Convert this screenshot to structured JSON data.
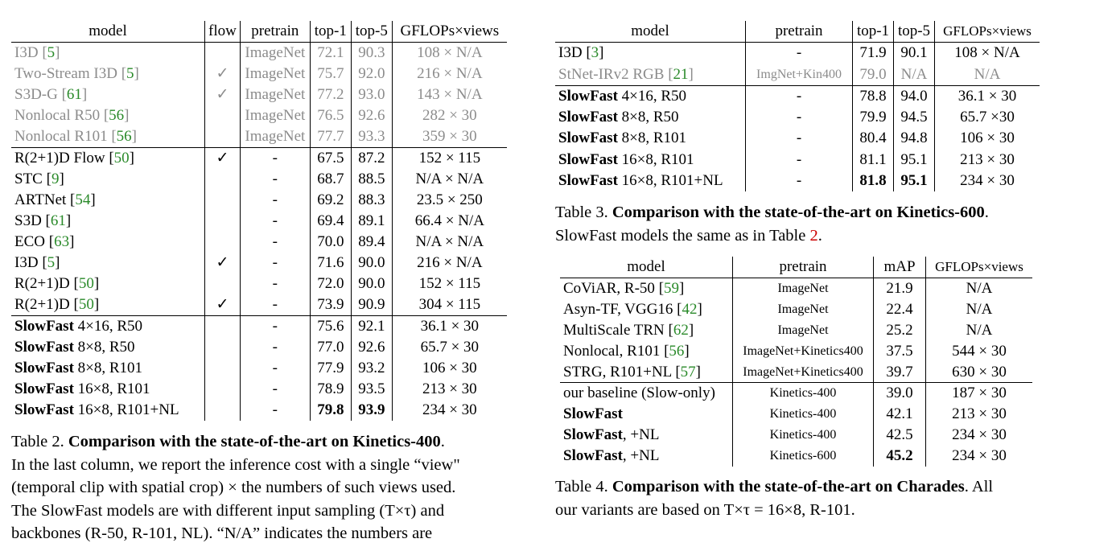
{
  "table2": {
    "headers": [
      "model",
      "flow",
      "pretrain",
      "top-1",
      "top-5",
      "GFLOPs×views"
    ],
    "groups": [
      [
        {
          "name": "I3D",
          "cite": "5",
          "bold": "",
          "rest": "",
          "flow": "",
          "pretrain": "ImageNet",
          "top1": "72.1",
          "top5": "90.3",
          "gflops": "108 × N/A",
          "gray": true
        },
        {
          "name": "Two-Stream I3D",
          "cite": "5",
          "bold": "",
          "rest": "",
          "flow": "✓",
          "pretrain": "ImageNet",
          "top1": "75.7",
          "top5": "92.0",
          "gflops": "216 × N/A",
          "gray": true
        },
        {
          "name": "S3D-G",
          "cite": "61",
          "bold": "",
          "rest": "",
          "flow": "✓",
          "pretrain": "ImageNet",
          "top1": "77.2",
          "top5": "93.0",
          "gflops": "143 × N/A",
          "gray": true
        },
        {
          "name": "Nonlocal R50",
          "cite": "56",
          "bold": "",
          "rest": "",
          "flow": "",
          "pretrain": "ImageNet",
          "top1": "76.5",
          "top5": "92.6",
          "gflops": "282 × 30",
          "gray": true
        },
        {
          "name": "Nonlocal R101",
          "cite": "56",
          "bold": "",
          "rest": "",
          "flow": "",
          "pretrain": "ImageNet",
          "top1": "77.7",
          "top5": "93.3",
          "gflops": "359 × 30",
          "gray": true
        }
      ],
      [
        {
          "name": "R(2+1)D Flow",
          "cite": "50",
          "bold": "",
          "rest": "",
          "flow": "✓",
          "pretrain": "-",
          "top1": "67.5",
          "top5": "87.2",
          "gflops": "152 × 115",
          "gray": false
        },
        {
          "name": "STC",
          "cite": "9",
          "bold": "",
          "rest": "",
          "flow": "",
          "pretrain": "-",
          "top1": "68.7",
          "top5": "88.5",
          "gflops": "N/A × N/A",
          "gray": false
        },
        {
          "name": "ARTNet",
          "cite": "54",
          "bold": "",
          "rest": "",
          "flow": "",
          "pretrain": "-",
          "top1": "69.2",
          "top5": "88.3",
          "gflops": "23.5 × 250",
          "gray": false
        },
        {
          "name": "S3D",
          "cite": "61",
          "bold": "",
          "rest": "",
          "flow": "",
          "pretrain": "-",
          "top1": "69.4",
          "top5": "89.1",
          "gflops": "66.4 × N/A",
          "gray": false
        },
        {
          "name": "ECO",
          "cite": "63",
          "bold": "",
          "rest": "",
          "flow": "",
          "pretrain": "-",
          "top1": "70.0",
          "top5": "89.4",
          "gflops": "N/A × N/A",
          "gray": false
        },
        {
          "name": "I3D",
          "cite": "5",
          "bold": "",
          "rest": "",
          "flow": "✓",
          "pretrain": "-",
          "top1": "71.6",
          "top5": "90.0",
          "gflops": "216 × N/A",
          "gray": false
        },
        {
          "name": "R(2+1)D",
          "cite": "50",
          "bold": "",
          "rest": "",
          "flow": "",
          "pretrain": "-",
          "top1": "72.0",
          "top5": "90.0",
          "gflops": "152 × 115",
          "gray": false
        },
        {
          "name": "R(2+1)D",
          "cite": "50",
          "bold": "",
          "rest": "",
          "flow": "✓",
          "pretrain": "-",
          "top1": "73.9",
          "top5": "90.9",
          "gflops": "304 × 115",
          "gray": false
        }
      ],
      [
        {
          "name": "",
          "cite": "",
          "bold": "SlowFast",
          "rest": " 4×16, R50",
          "flow": "",
          "pretrain": "-",
          "top1": "75.6",
          "top5": "92.1",
          "gflops": "36.1 × 30",
          "gray": false
        },
        {
          "name": "",
          "cite": "",
          "bold": "SlowFast",
          "rest": " 8×8, R50",
          "flow": "",
          "pretrain": "-",
          "top1": "77.0",
          "top5": "92.6",
          "gflops": "65.7 × 30",
          "gray": false
        },
        {
          "name": "",
          "cite": "",
          "bold": "SlowFast",
          "rest": " 8×8, R101",
          "flow": "",
          "pretrain": "-",
          "top1": "77.9",
          "top5": "93.2",
          "gflops": "106 × 30",
          "gray": false
        },
        {
          "name": "",
          "cite": "",
          "bold": "SlowFast",
          "rest": " 16×8, R101",
          "flow": "",
          "pretrain": "-",
          "top1": "78.9",
          "top5": "93.5",
          "gflops": "213 × 30",
          "gray": false
        },
        {
          "name": "",
          "cite": "",
          "bold": "SlowFast",
          "rest": " 16×8, R101+NL",
          "flow": "",
          "pretrain": "-",
          "top1": "79.8",
          "top5": "93.9",
          "gflops": "234 × 30",
          "gray": false,
          "best": true
        }
      ]
    ],
    "caption": {
      "label": "Table 2.",
      "title": "Comparison with the state-of-the-art on Kinetics-400",
      "lines": [
        "In the last column, we report the inference cost with a single “view\"",
        "(temporal clip with spatial crop) × the numbers of such views used.",
        "The SlowFast models are with different input sampling (T×τ) and",
        "backbones (R-50, R-101, NL). “N/A” indicates the numbers are"
      ]
    }
  },
  "table3": {
    "headers": [
      "model",
      "pretrain",
      "top-1",
      "top-5",
      "GFLOPs×views"
    ],
    "groups": [
      [
        {
          "name": "I3D",
          "cite": "3",
          "bold": "",
          "rest": "",
          "pretrain": "-",
          "top1": "71.9",
          "top5": "90.1",
          "gflops": "108 × N/A",
          "gray": false
        },
        {
          "name": "StNet-IRv2 RGB",
          "cite": "21",
          "bold": "",
          "rest": "",
          "pretrain": "ImgNet+Kin400",
          "top1": "79.0",
          "top5": "N/A",
          "gflops": "N/A",
          "gray": true
        }
      ],
      [
        {
          "name": "",
          "cite": "",
          "bold": "SlowFast",
          "rest": " 4×16, R50",
          "pretrain": "-",
          "top1": "78.8",
          "top5": "94.0",
          "gflops": "36.1 × 30",
          "gray": false
        },
        {
          "name": "",
          "cite": "",
          "bold": "SlowFast",
          "rest": " 8×8, R50",
          "pretrain": "-",
          "top1": "79.9",
          "top5": "94.5",
          "gflops": "65.7 ×30",
          "gray": false
        },
        {
          "name": "",
          "cite": "",
          "bold": "SlowFast",
          "rest": " 8×8, R101",
          "pretrain": "-",
          "top1": "80.4",
          "top5": "94.8",
          "gflops": "106 × 30",
          "gray": false
        },
        {
          "name": "",
          "cite": "",
          "bold": "SlowFast",
          "rest": " 16×8, R101",
          "pretrain": "-",
          "top1": "81.1",
          "top5": "95.1",
          "gflops": "213 × 30",
          "gray": false
        },
        {
          "name": "",
          "cite": "",
          "bold": "SlowFast",
          "rest": " 16×8, R101+NL",
          "pretrain": "-",
          "top1": "81.8",
          "top5": "95.1",
          "gflops": "234 × 30",
          "gray": false,
          "best": true
        }
      ]
    ],
    "caption": {
      "label": "Table 3.",
      "title": "Comparison with the state-of-the-art on Kinetics-600",
      "line2_pre": "SlowFast models the same as in Table ",
      "line2_ref": "2",
      "line2_post": "."
    }
  },
  "table4": {
    "headers": [
      "model",
      "pretrain",
      "mAP",
      "GFLOPs×views"
    ],
    "groups": [
      [
        {
          "name": "CoViAR, R-50",
          "cite": "59",
          "bold": "",
          "rest": "",
          "pretrain": "ImageNet",
          "map": "21.9",
          "gflops": "N/A"
        },
        {
          "name": "Asyn-TF, VGG16",
          "cite": "42",
          "bold": "",
          "rest": "",
          "pretrain": "ImageNet",
          "map": "22.4",
          "gflops": "N/A"
        },
        {
          "name": "MultiScale TRN",
          "cite": "62",
          "bold": "",
          "rest": "",
          "pretrain": "ImageNet",
          "map": "25.2",
          "gflops": "N/A"
        },
        {
          "name": "Nonlocal, R101",
          "cite": "56",
          "bold": "",
          "rest": "",
          "pretrain": "ImageNet+Kinetics400",
          "map": "37.5",
          "gflops": "544 × 30"
        },
        {
          "name": "STRG, R101+NL",
          "cite": "57",
          "bold": "",
          "rest": "",
          "pretrain": "ImageNet+Kinetics400",
          "map": "39.7",
          "gflops": "630 × 30"
        }
      ],
      [
        {
          "name": "our baseline (Slow-only)",
          "cite": "",
          "bold": "",
          "rest": "",
          "pretrain": "Kinetics-400",
          "map": "39.0",
          "gflops": "187 × 30"
        },
        {
          "name": "",
          "cite": "",
          "bold": "SlowFast",
          "rest": "",
          "pretrain": "Kinetics-400",
          "map": "42.1",
          "gflops": "213 × 30"
        },
        {
          "name": "",
          "cite": "",
          "bold": "SlowFast",
          "rest": ", +NL",
          "pretrain": "Kinetics-400",
          "map": "42.5",
          "gflops": "234 × 30"
        },
        {
          "name": "",
          "cite": "",
          "bold": "SlowFast",
          "rest": ", +NL",
          "pretrain": "Kinetics-600",
          "map": "45.2",
          "gflops": "234 × 30",
          "best": true
        }
      ]
    ],
    "caption": {
      "label": "Table 4.",
      "title": "Comparison with the state-of-the-art on Charades",
      "line1_post": ". All",
      "line2": "our variants are based on T×τ = 16×8, R-101."
    }
  }
}
